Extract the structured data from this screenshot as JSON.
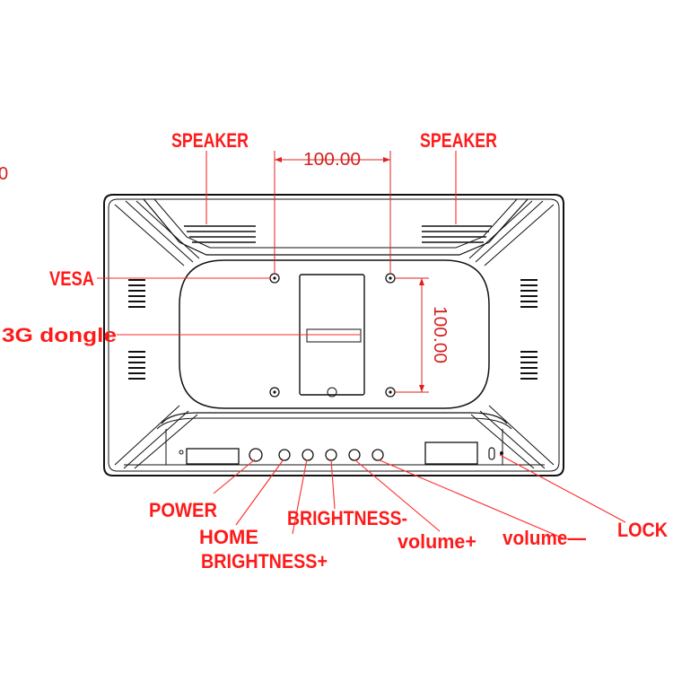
{
  "edge_label": "0",
  "dimensions": {
    "horizontal": "100.00",
    "vertical": "100.00"
  },
  "labels": {
    "speaker_left": "SPEAKER",
    "speaker_right": "SPEAKER",
    "vesa": "VESA",
    "dongle": "3G dongle",
    "power": "POWER",
    "home": "HOME",
    "brightness_plus": "BRIGHTNESS+",
    "brightness_minus": "BRIGHTNESS-",
    "volume_plus": "volume+",
    "volume_minus": "volume—",
    "lock": "LOCK"
  },
  "colors": {
    "callout": "#ff1a1a",
    "dimension": "#d42020",
    "drawing": "#111111"
  }
}
